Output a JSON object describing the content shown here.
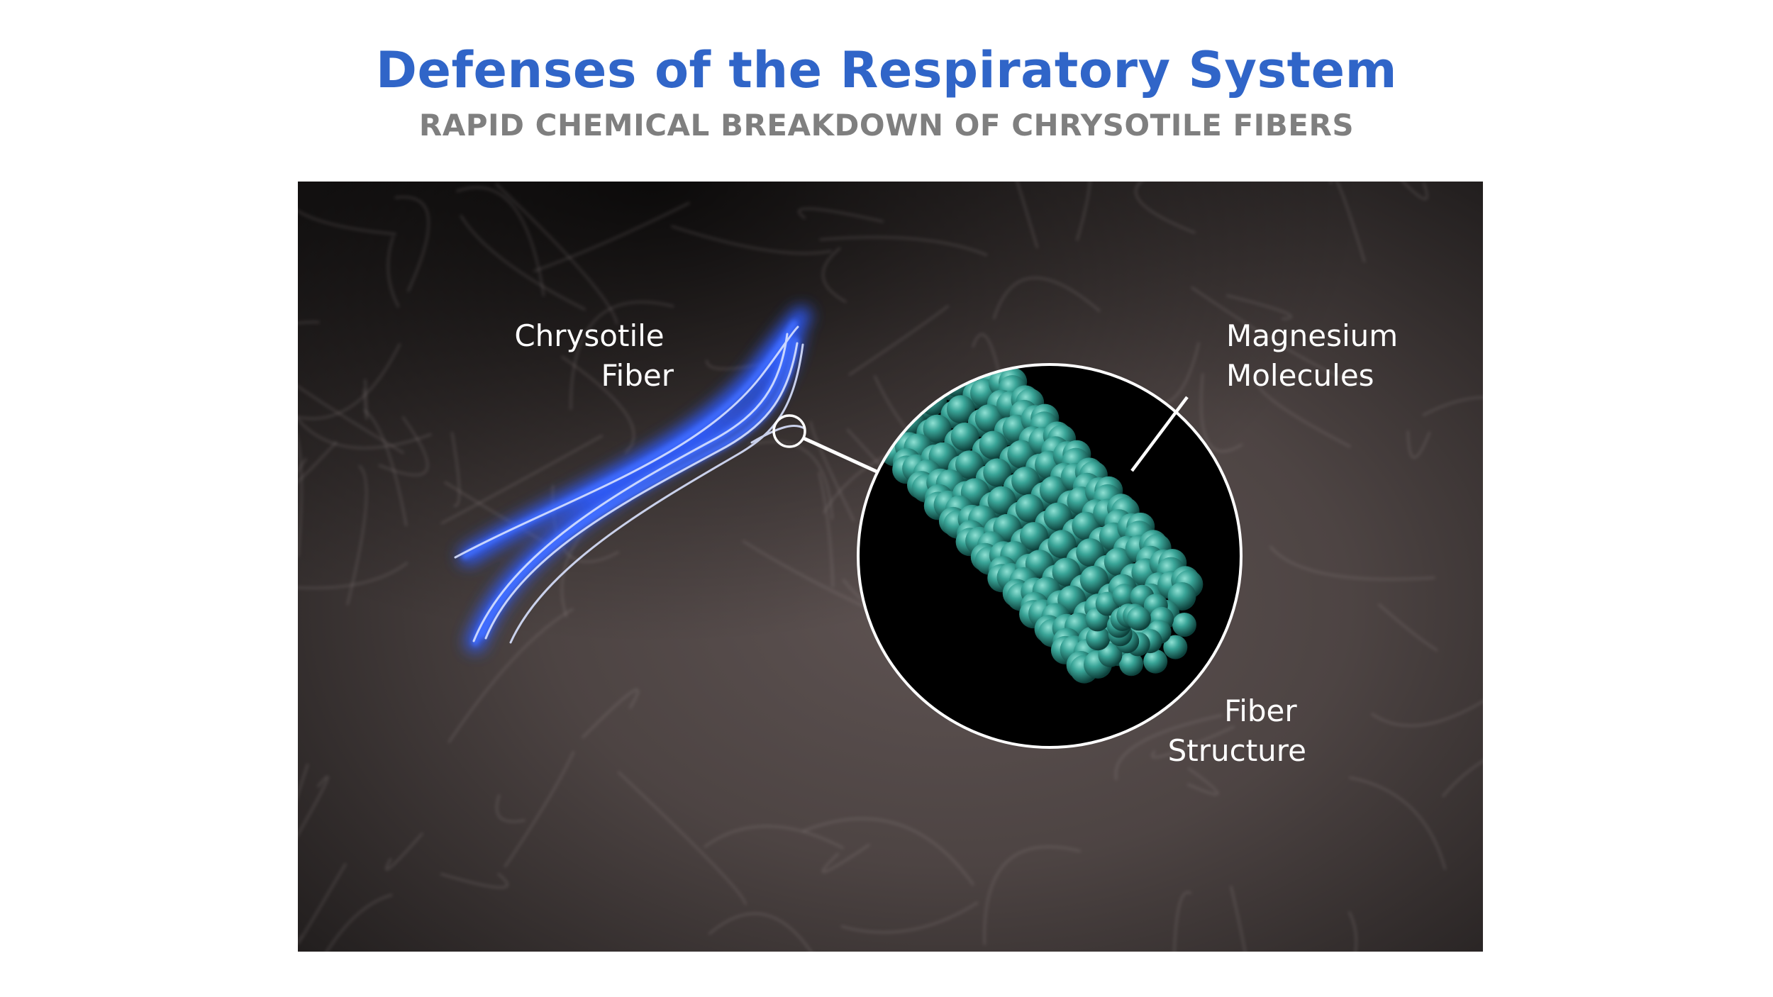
{
  "header": {
    "title": "Defenses of the Respiratory System",
    "subtitle": "RAPID CHEMICAL BREAKDOWN OF CHRYSOTILE FIBERS"
  },
  "labels": {
    "fiber": [
      "Chrysotile",
      "Fiber"
    ],
    "molecules": [
      "Magnesium",
      "Molecules"
    ],
    "structure": [
      "Fiber",
      "Structure"
    ]
  },
  "colors": {
    "title": "#3065C8",
    "subtitle": "#7F7F7F",
    "fiber_glow": "#2E5BFF",
    "sphere": "#2F8F83"
  }
}
